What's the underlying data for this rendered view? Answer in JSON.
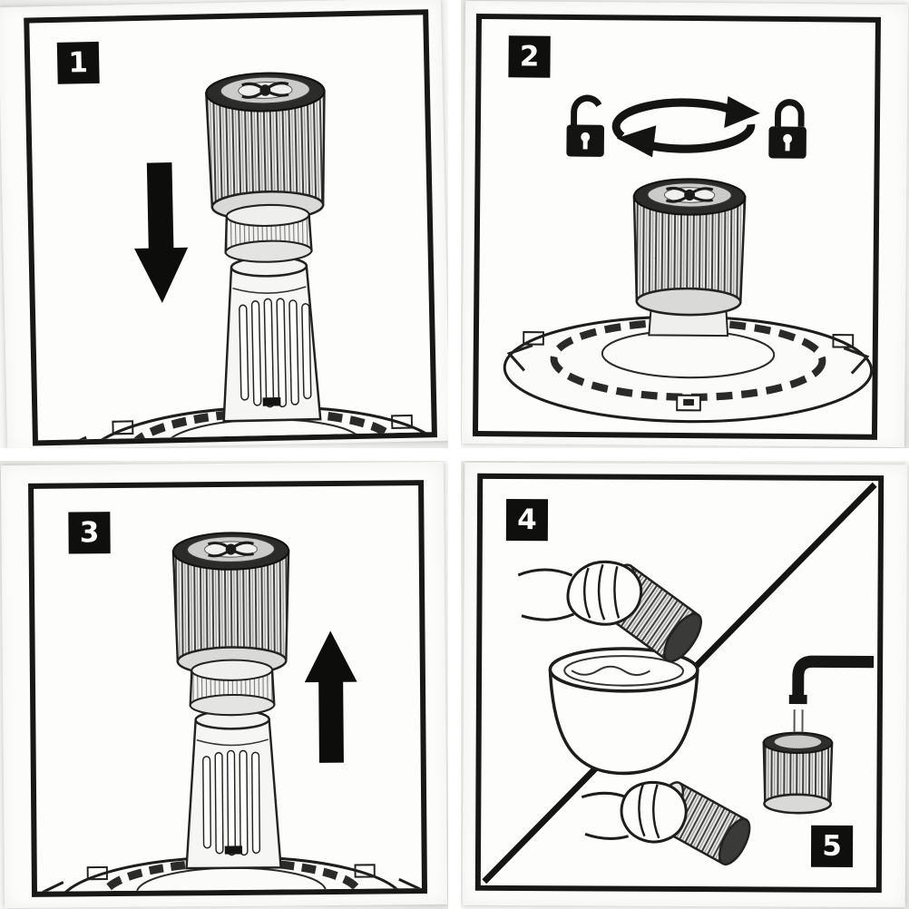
{
  "steps": [
    {
      "number": "1",
      "icon": "down-arrow",
      "action": "insert-filter"
    },
    {
      "number": "2",
      "icons": [
        "unlock",
        "rotate-arrows",
        "lock"
      ],
      "action": "twist-to-lock"
    },
    {
      "number": "3",
      "icon": "up-arrow",
      "action": "remove-filter"
    },
    {
      "number": "4",
      "icon": "rinse-filter-in-container",
      "action": "wash-filter"
    },
    {
      "number": "5",
      "icon": "rinse-filter-under-tap",
      "action": "rinse-filter"
    }
  ],
  "colors": {
    "ink": "#181816",
    "panel": "#fdfdfb",
    "badge_bg": "#0f0f0d",
    "badge_text": "#ffffff",
    "photo_edge": "#e9e9e7"
  }
}
